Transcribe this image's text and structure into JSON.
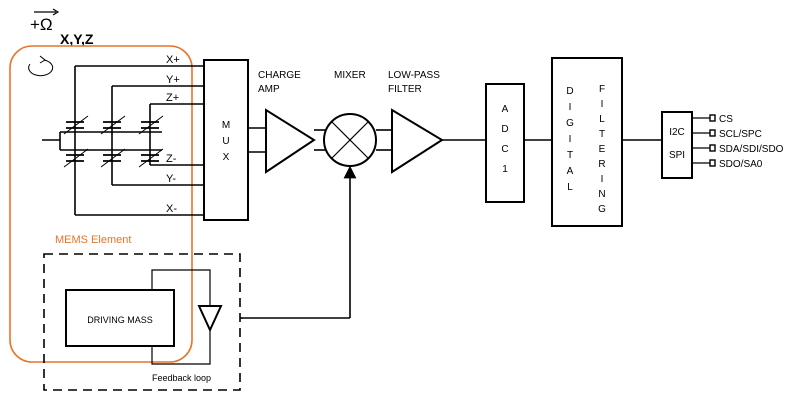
{
  "omega_label": "+Ω",
  "axes_label": "X,Y,Z",
  "mems_label": "MEMS Element",
  "channel_labels": [
    "X+",
    "Y+",
    "Z+",
    "Z-",
    "Y-",
    "X-"
  ],
  "mux_letters": [
    "M",
    "U",
    "X"
  ],
  "charge_amp_label": [
    "CHARGE",
    "AMP"
  ],
  "mixer_label": "MIXER",
  "lpf_label": [
    "LOW-PASS",
    "FILTER"
  ],
  "adc_letters": [
    "A",
    "D",
    "C",
    "1"
  ],
  "digital_letters": [
    "D",
    "I",
    "G",
    "I",
    "T",
    "A",
    "L"
  ],
  "filtering_letters": [
    "F",
    "I",
    "L",
    "T",
    "E",
    "R",
    "I",
    "N",
    "G"
  ],
  "interface_labels": [
    "I2C",
    "SPI"
  ],
  "pins": [
    "CS",
    "SCL/SPC",
    "SDA/SDI/SDO",
    "SDO/SA0"
  ],
  "driving_mass_label": "DRIVING MASS",
  "feedback_label": "Feedback loop",
  "colors": {
    "mems_outline": "#e8742a",
    "line": "#000000"
  }
}
